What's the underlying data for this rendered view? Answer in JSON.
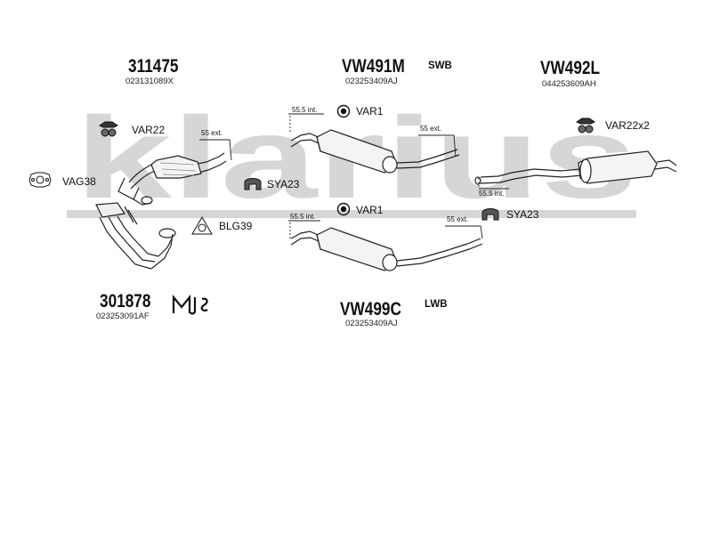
{
  "watermark": "klarius",
  "parts": {
    "p311475": {
      "code": "311475",
      "ref": "023131089X"
    },
    "vw491m": {
      "code": "VW491M",
      "ref": "023253409AJ",
      "tag": "SWB"
    },
    "vw492l": {
      "code": "VW492L",
      "ref": "044253609AH"
    },
    "p301878": {
      "code": "301878",
      "ref": "023253091AF"
    },
    "vw499c": {
      "code": "VW499C",
      "ref": "023253409AJ",
      "tag": "LWB"
    }
  },
  "fittings": {
    "var22": "VAR22",
    "vag38": "VAG38",
    "sya23_top": "SYA23",
    "blg39": "BLG39",
    "var1_top": "VAR1",
    "var1_bottom": "VAR1",
    "var22x2": "VAR22x2",
    "sya23_right": "SYA23"
  },
  "dimensions": {
    "d1": "55 ext.",
    "d2": "55.5 int.",
    "d3": "55 ext.",
    "d4": "55.5 int.",
    "d5": "55.5 int.",
    "d6": "55 ext."
  },
  "colors": {
    "watermark": "#d6d6d6",
    "line": "#222222"
  }
}
